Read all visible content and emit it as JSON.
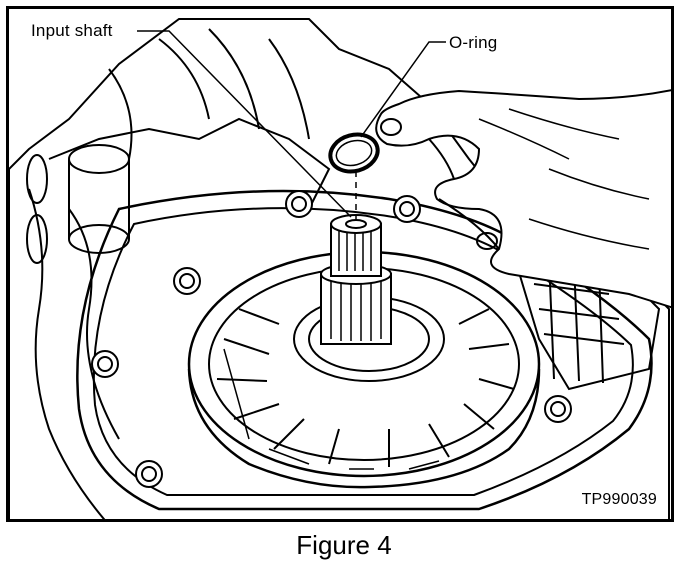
{
  "figure": {
    "labels": {
      "input_shaft": "Input shaft",
      "o_ring": "O-ring"
    },
    "code": "TP990039",
    "caption": "Figure 4"
  },
  "colors": {
    "ink": "#000000",
    "paper": "#ffffff"
  }
}
